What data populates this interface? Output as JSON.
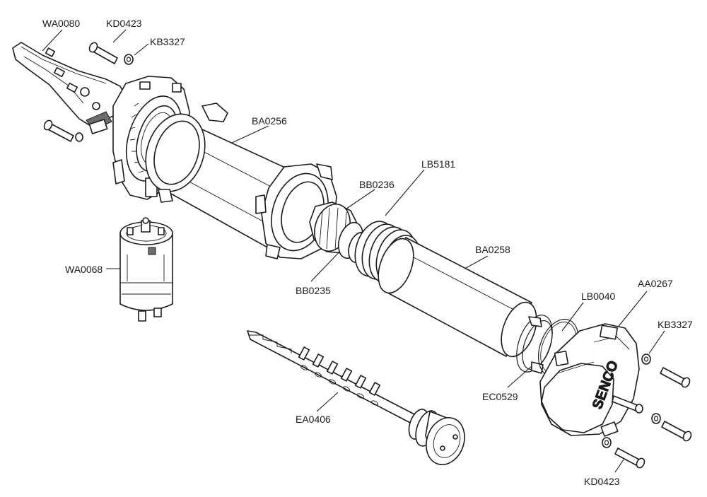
{
  "labels": {
    "wa0080": "WA0080",
    "kd0423_top": "KD0423",
    "kb3327_top": "KB3327",
    "ba0256": "BA0256",
    "lb5181": "LB5181",
    "bb0236": "BB0236",
    "wa0068": "WA0068",
    "bb0235": "BB0235",
    "ba0258": "BA0258",
    "lb0040": "LB0040",
    "aa0267": "AA0267",
    "kb3327_right": "KB3327",
    "ec0529": "EC0529",
    "ea0406": "EA0406",
    "kd0423_bottom": "KD0423",
    "brand": "SENCO"
  }
}
